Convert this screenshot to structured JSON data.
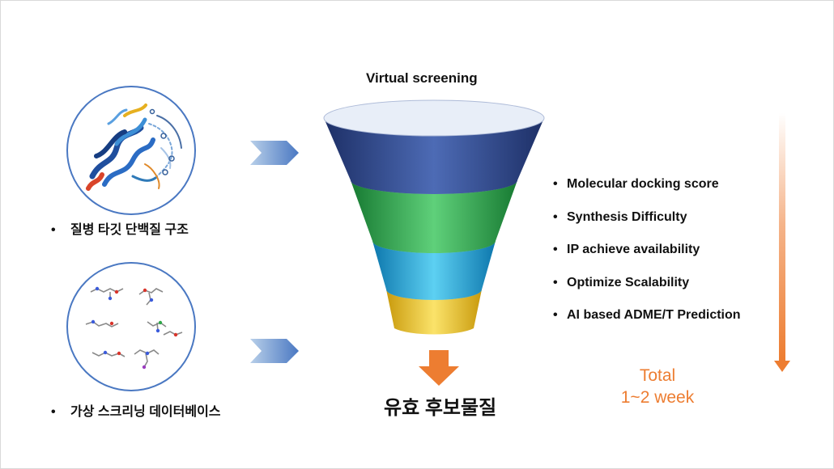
{
  "inputs": [
    {
      "label": "질병 타깃 단백질 구조",
      "icon": "protein-structure-icon"
    },
    {
      "label": "가상 스크리닝 데이터베이스",
      "icon": "molecule-library-icon"
    }
  ],
  "funnel": {
    "title": "Virtual screening",
    "colors": [
      "#2f4a8e",
      "#2aa84a",
      "#1a9fd8",
      "#f0c419"
    ]
  },
  "criteria": [
    "Molecular docking score",
    "Synthesis Difficulty",
    "IP achieve availability",
    "Optimize Scalability",
    "AI based ADME/T Prediction"
  ],
  "result": "유효 후보물질",
  "timeline": {
    "line1": "Total",
    "line2": "1~2 week",
    "color": "#ed7d31"
  },
  "bullet": "•"
}
